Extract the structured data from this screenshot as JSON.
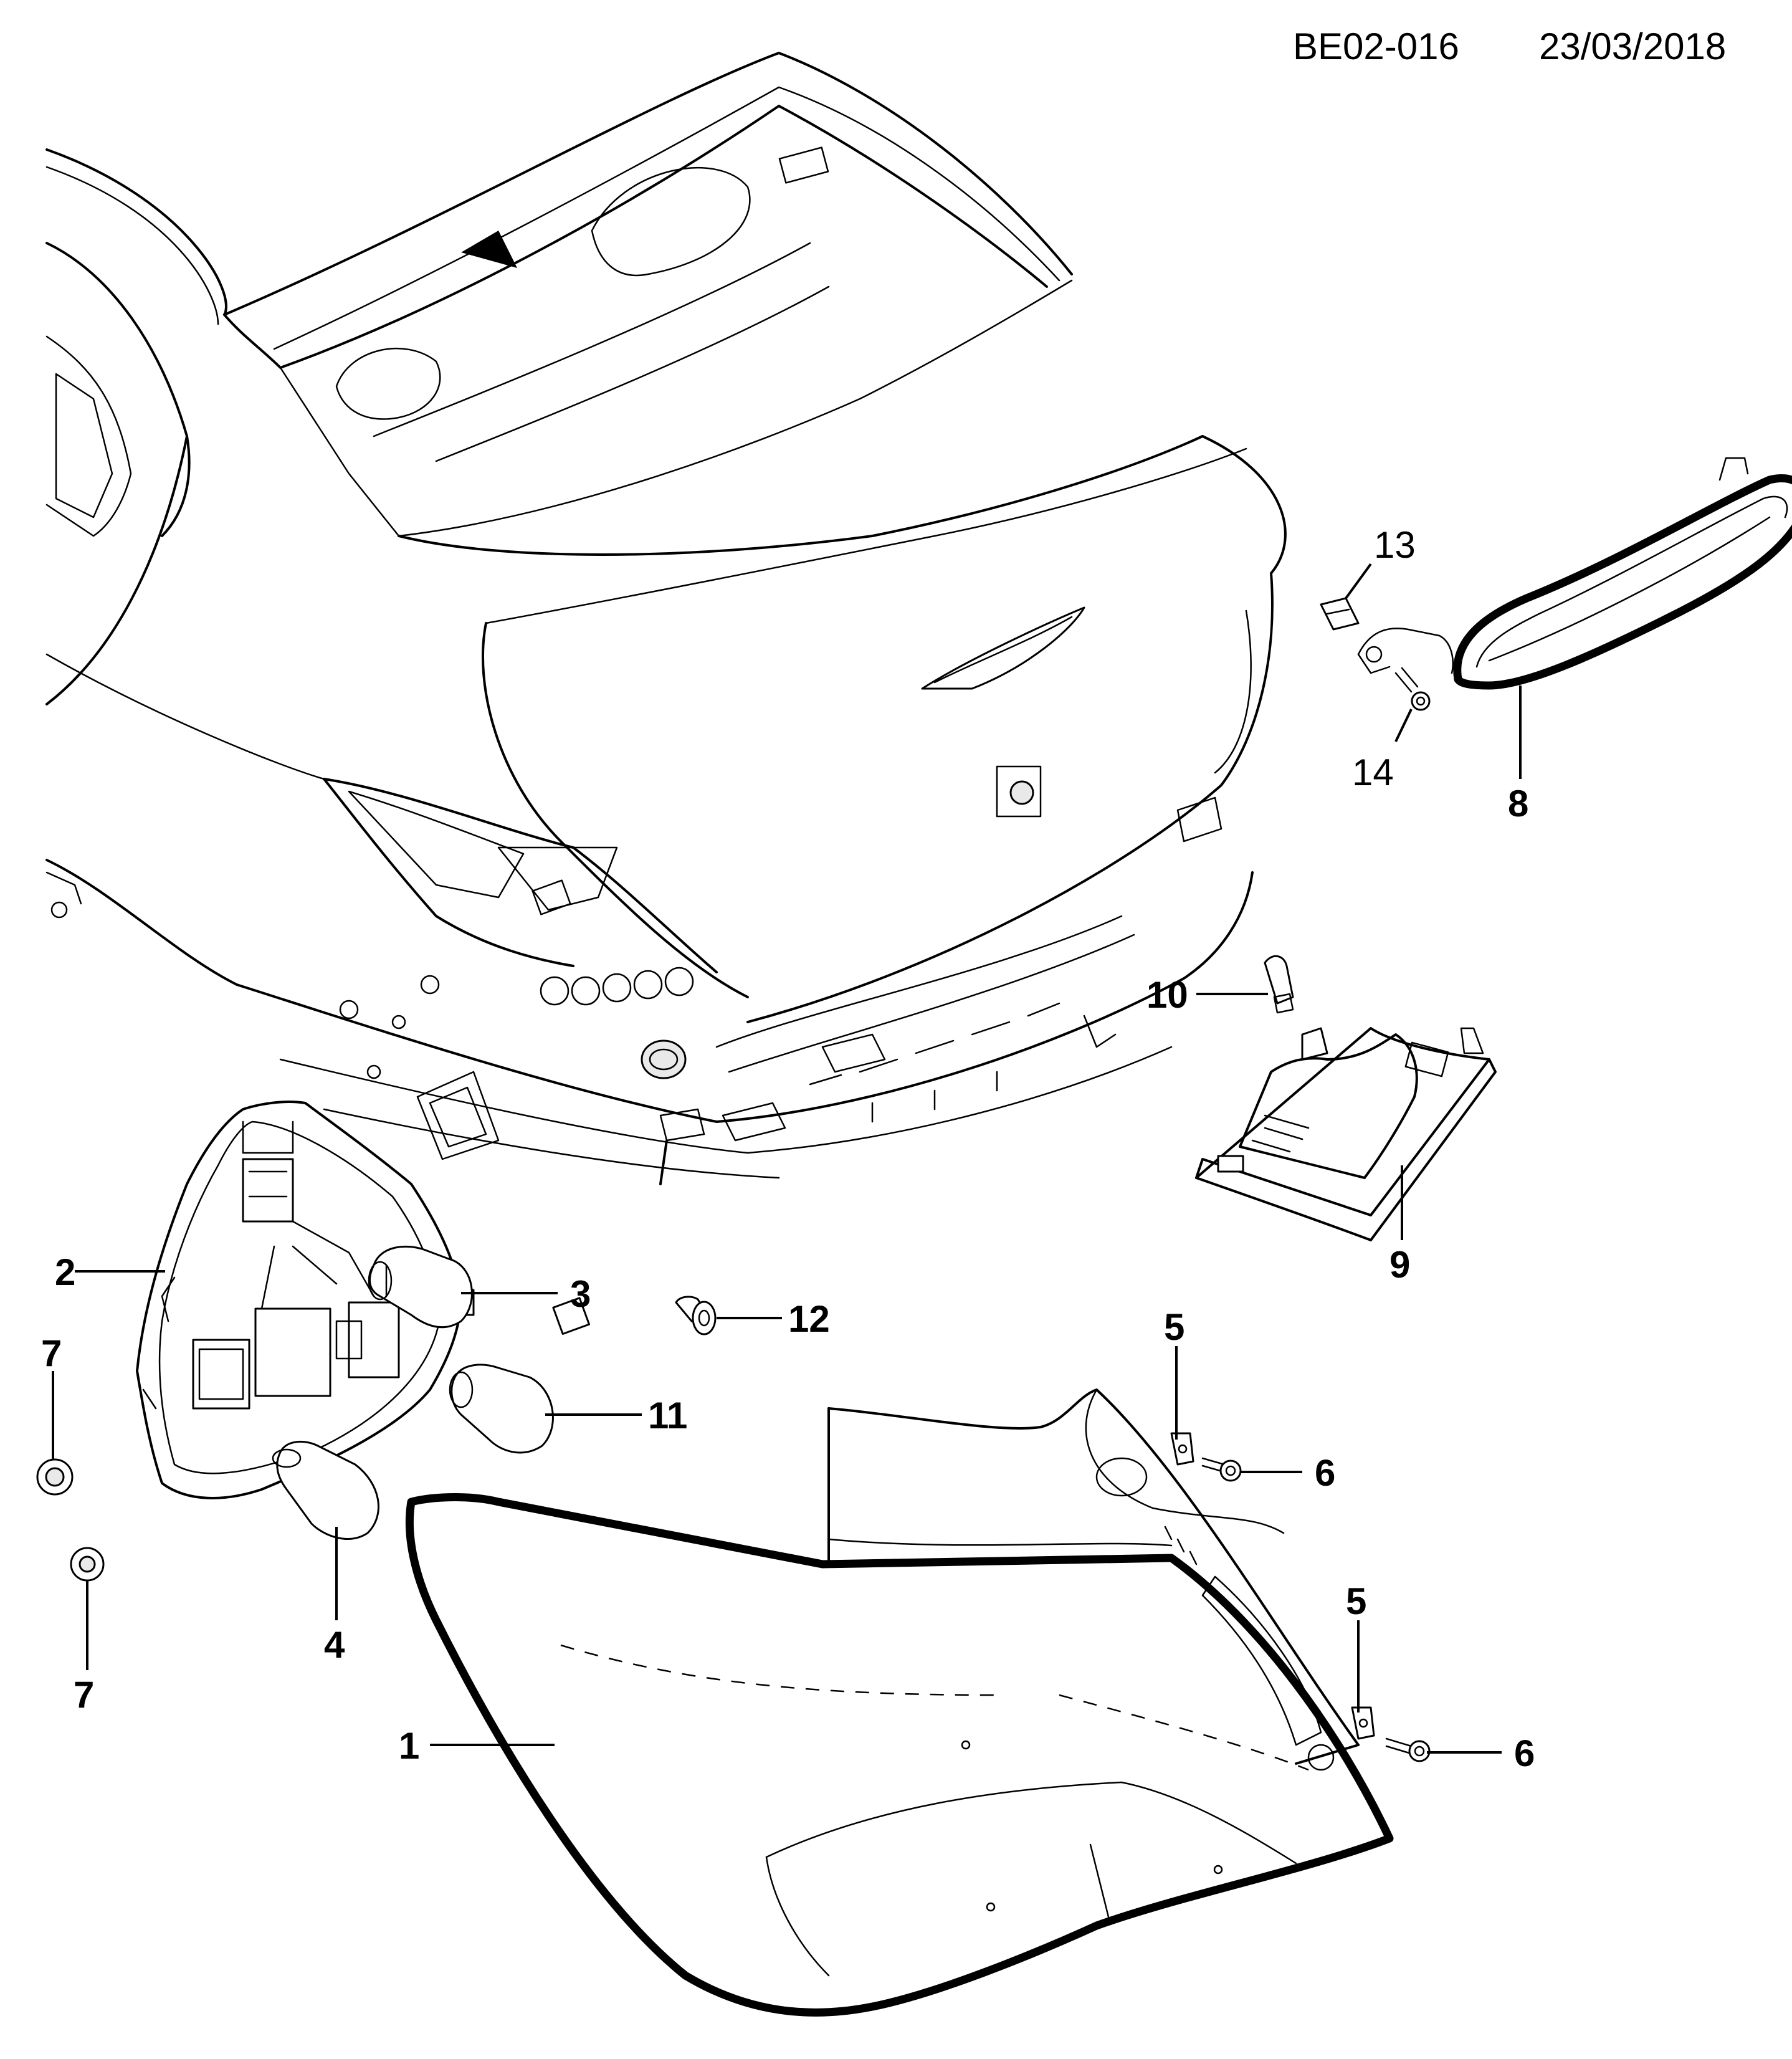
{
  "header": {
    "document_code": "BE02-016",
    "date": "23/03/2018"
  },
  "callouts": [
    {
      "id": "c1",
      "label": "1",
      "bold": true
    },
    {
      "id": "c2",
      "label": "2",
      "bold": true
    },
    {
      "id": "c3",
      "label": "3",
      "bold": true
    },
    {
      "id": "c4",
      "label": "4",
      "bold": true
    },
    {
      "id": "c5a",
      "label": "5",
      "bold": true
    },
    {
      "id": "c5b",
      "label": "5",
      "bold": true
    },
    {
      "id": "c6a",
      "label": "6",
      "bold": true
    },
    {
      "id": "c6b",
      "label": "6",
      "bold": true
    },
    {
      "id": "c7a",
      "label": "7",
      "bold": true
    },
    {
      "id": "c7b",
      "label": "7",
      "bold": true
    },
    {
      "id": "c8",
      "label": "8",
      "bold": true
    },
    {
      "id": "c9",
      "label": "9",
      "bold": true
    },
    {
      "id": "c10",
      "label": "10",
      "bold": true
    },
    {
      "id": "c11",
      "label": "11",
      "bold": true
    },
    {
      "id": "c12",
      "label": "12",
      "bold": true
    },
    {
      "id": "c13",
      "label": "13",
      "bold": false
    },
    {
      "id": "c14",
      "label": "14",
      "bold": false
    }
  ]
}
